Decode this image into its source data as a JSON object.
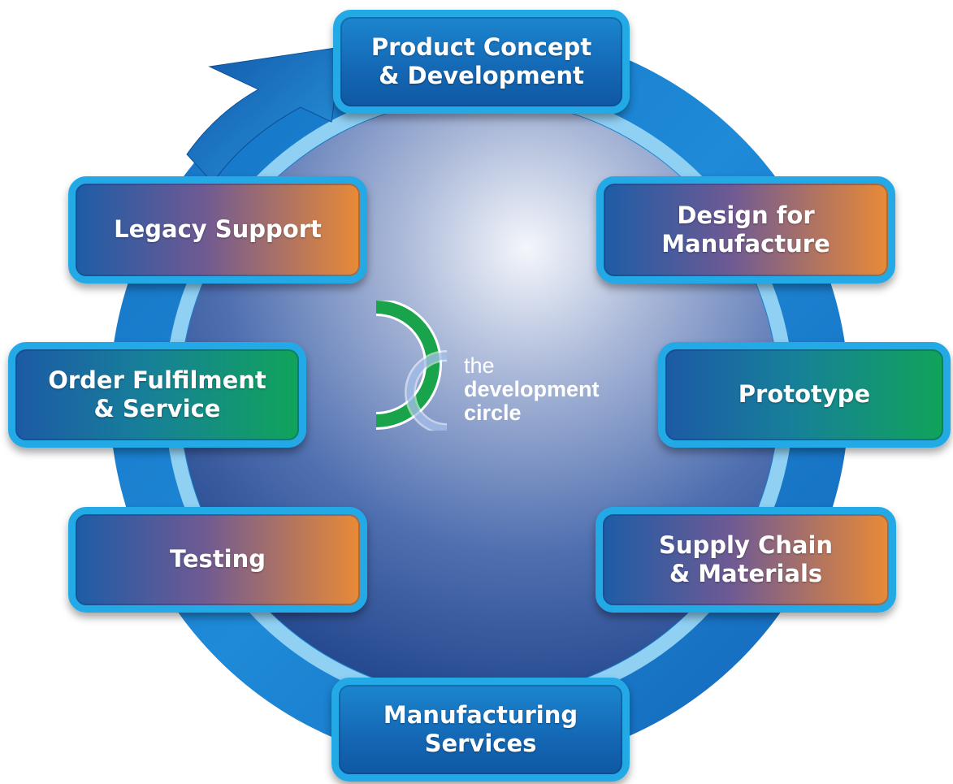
{
  "stages": {
    "concept": "Product Concept\n& Development",
    "design": "Design for\nManufacture",
    "prototype": "Prototype",
    "supply": "Supply Chain\n& Materials",
    "manufacturing": "Manufacturing\nServices",
    "testing": "Testing",
    "order": "Order Fulfilment\n& Service",
    "legacy": "Legacy Support"
  },
  "logo": {
    "line1": "the",
    "line2": "development",
    "line3": "circle"
  },
  "colors": {
    "ring": "#1d86d6",
    "box_border": "#23a9e6",
    "accent_orange": "#e98a36",
    "accent_green": "#10a45a"
  }
}
